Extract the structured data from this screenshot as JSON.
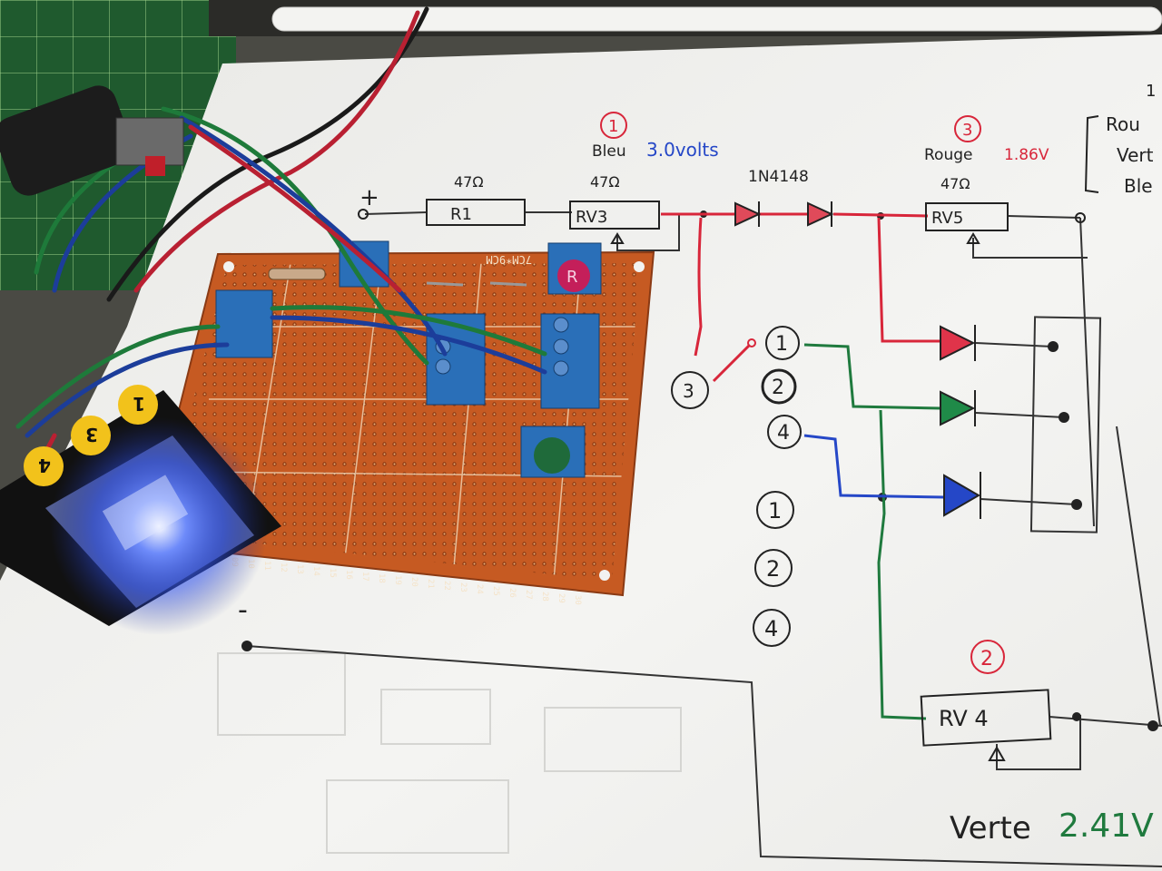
{
  "schematic": {
    "plus_label": "+",
    "minus_label": "-",
    "r1": {
      "value": "47Ω",
      "name": "R1"
    },
    "rv3": {
      "value": "47Ω",
      "name": "RV3",
      "note_prefix": "Bleu",
      "note_voltage": "3.0volts",
      "circle_num": "1"
    },
    "diode_label": "1N4148",
    "rv5": {
      "value": "47Ω",
      "name": "RV5",
      "note_prefix": "Rouge",
      "note_voltage": "1.86V",
      "circle_num": "3"
    },
    "rv4": {
      "name": "RV 4",
      "note_prefix": "Verte",
      "note_voltage": "2.41V",
      "circle_num": "2"
    },
    "switch_circle": "3",
    "node_circles": [
      "1",
      "2",
      "4"
    ],
    "sequence_circles": [
      "1",
      "2",
      "4"
    ],
    "right_list": [
      "1",
      "Rou",
      "Vert",
      "Ble"
    ]
  },
  "board": {
    "marking": "7CM*9CM",
    "column_numbers": [
      "09",
      "10",
      "11",
      "12",
      "13",
      "14",
      "15",
      "16",
      "17",
      "18",
      "19",
      "20",
      "21",
      "22",
      "23",
      "24",
      "25",
      "26",
      "27",
      "28",
      "29",
      "30"
    ],
    "pot_label": "R"
  },
  "button": {
    "labels": [
      "4",
      "3",
      "1"
    ]
  },
  "colors": {
    "paper": "#f2f2f0",
    "board": "#c65a22",
    "terminal_blue": "#2a6fb8",
    "led_glow": "#3f6bff",
    "wire_red": "#d8263a",
    "wire_green": "#1f7a3e",
    "wire_blue": "#2547c7",
    "label_yellow": "#f2c21b"
  }
}
